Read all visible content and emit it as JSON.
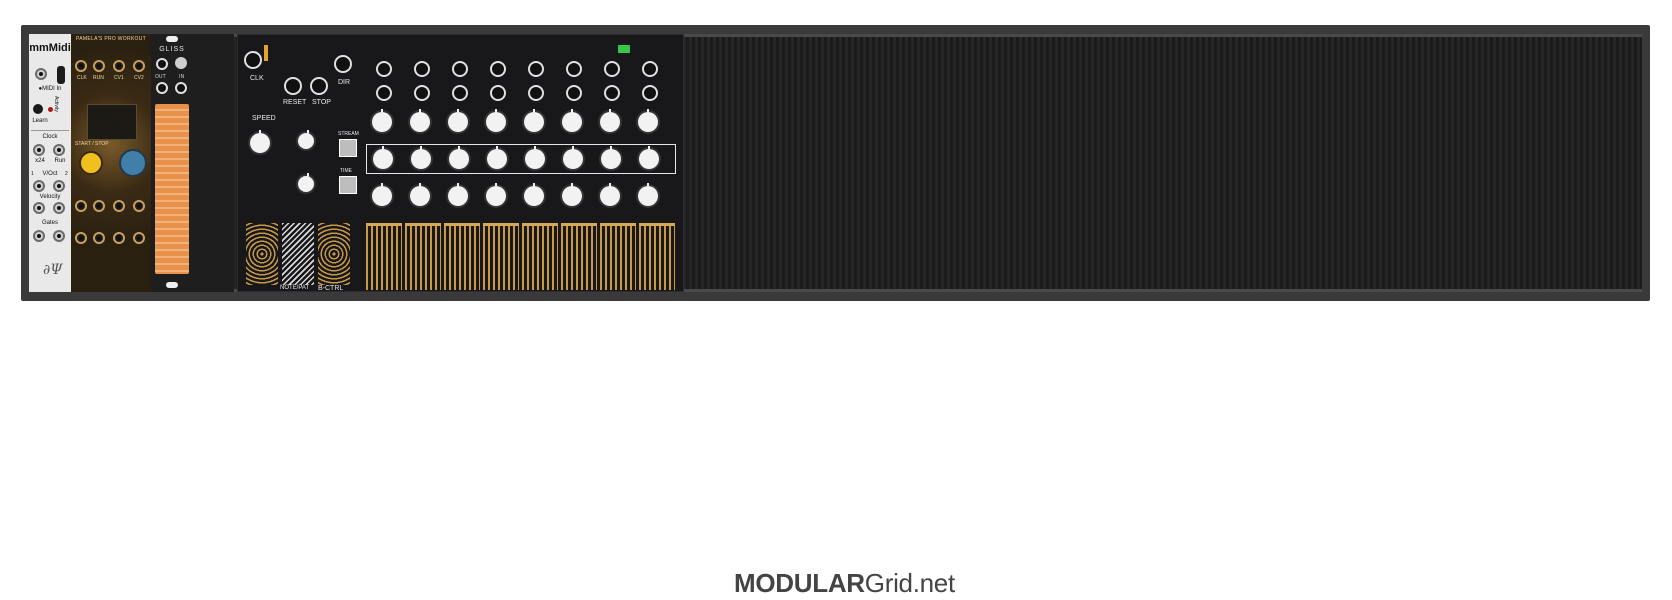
{
  "rack": {
    "modules": {
      "mmmidi": {
        "title": "mmMidi",
        "midi_in": "●MIDI In",
        "activity": "Activity",
        "learn": "Learn",
        "clock": "Clock",
        "x24": "x24",
        "run": "Run",
        "voct": "V/Oct",
        "velocity": "Velocity",
        "gates": "Gates",
        "one": "1",
        "two": "2"
      },
      "pamela": {
        "header": "PAMELA'S PRO WORKOUT",
        "jack_labels": [
          "CLK",
          "RUN",
          "CV1",
          "CV2"
        ],
        "start_stop": "START / STOP"
      },
      "gliss": {
        "title": "GLISS",
        "out": "OUT",
        "in": "IN"
      },
      "rene": {
        "clk": "CLK",
        "reset": "RESET",
        "stop": "STOP",
        "dir": "DIR",
        "speed": "SPEED",
        "stream": "STREAM",
        "time": "TIME",
        "page_switch": "B-CTRL",
        "mode": "NOTE/PAT"
      }
    },
    "colors": {
      "rack_frame": "#3a3a3a",
      "rene_panel": "#18181b",
      "gliss_strip": "#e8914a",
      "gold": "#c99a45"
    }
  },
  "footer": {
    "brand_bold": "MODULAR",
    "brand_rest": "Grid.net"
  }
}
